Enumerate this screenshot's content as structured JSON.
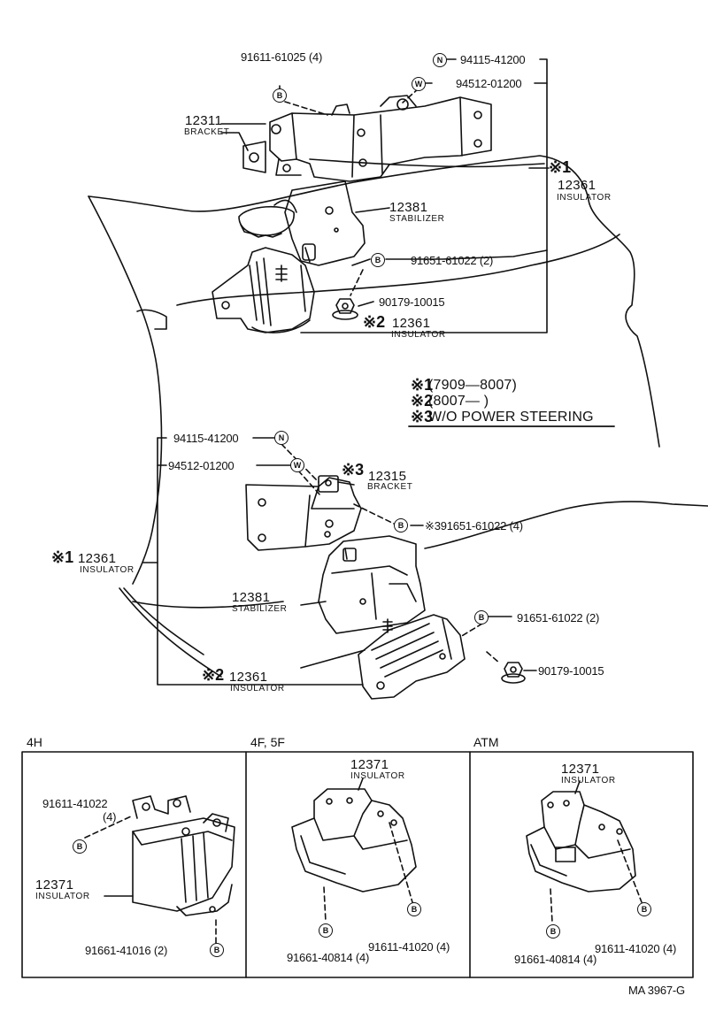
{
  "upper": {
    "bolt_top": "91611-61025 (4)",
    "nut_n": "94115-41200",
    "washer_w": "94512-01200",
    "bracket_no": "12311",
    "bracket_name": "BRACKET",
    "ins1_mark": "※1",
    "ins1_no": "12361",
    "ins1_name": "INSULATOR",
    "stab_no": "12381",
    "stab_name": "STABILIZER",
    "bolt_mid": "91651-61022 (2)",
    "nut_bottom": "90179-10015",
    "ins2_mark": "※2",
    "ins2_no": "12361",
    "ins2_name": "INSULATOR"
  },
  "legend": {
    "row1_mark": "※1",
    "row1_text": "(7909—8007)",
    "row2_mark": "※2",
    "row2_text": "(8007—         )",
    "row3_mark": "※3",
    "row3_text": "W/O POWER STEERING"
  },
  "lower": {
    "nut_n": "94115-41200",
    "washer_w": "94512-01200",
    "bracket_mark": "※3",
    "bracket_no": "12315",
    "bracket_name": "BRACKET",
    "bolt_bracket": "※391651-61022 (4)",
    "ins1_mark": "※1",
    "ins1_no": "12361",
    "ins1_name": "INSULATOR",
    "stab_no": "12381",
    "stab_name": "STABILIZER",
    "bolt_mid": "91651-61022 (2)",
    "nut_bottom": "90179-10015",
    "ins2_mark": "※2",
    "ins2_no": "12361",
    "ins2_name": "INSULATOR"
  },
  "panels": {
    "p1": {
      "title": "4H",
      "bolt_no": "91611-41022",
      "bolt_qty": "(4)",
      "ins_no": "12371",
      "ins_name": "INSULATOR",
      "bolt2": "91661-41016 (2)"
    },
    "p2": {
      "title": "4F, 5F",
      "ins_no": "12371",
      "ins_name": "INSULATOR",
      "bolt_a": "91661-40814 (4)",
      "bolt_b": "91611-41020 (4)"
    },
    "p3": {
      "title": "ATM",
      "ins_no": "12371",
      "ins_name": "INSULATOR",
      "bolt_a": "91661-40814 (4)",
      "bolt_b": "91611-41020 (4)"
    }
  },
  "badges": {
    "bolt": "B",
    "nut": "N",
    "washer": "W"
  },
  "ref": "MA 3967-G"
}
